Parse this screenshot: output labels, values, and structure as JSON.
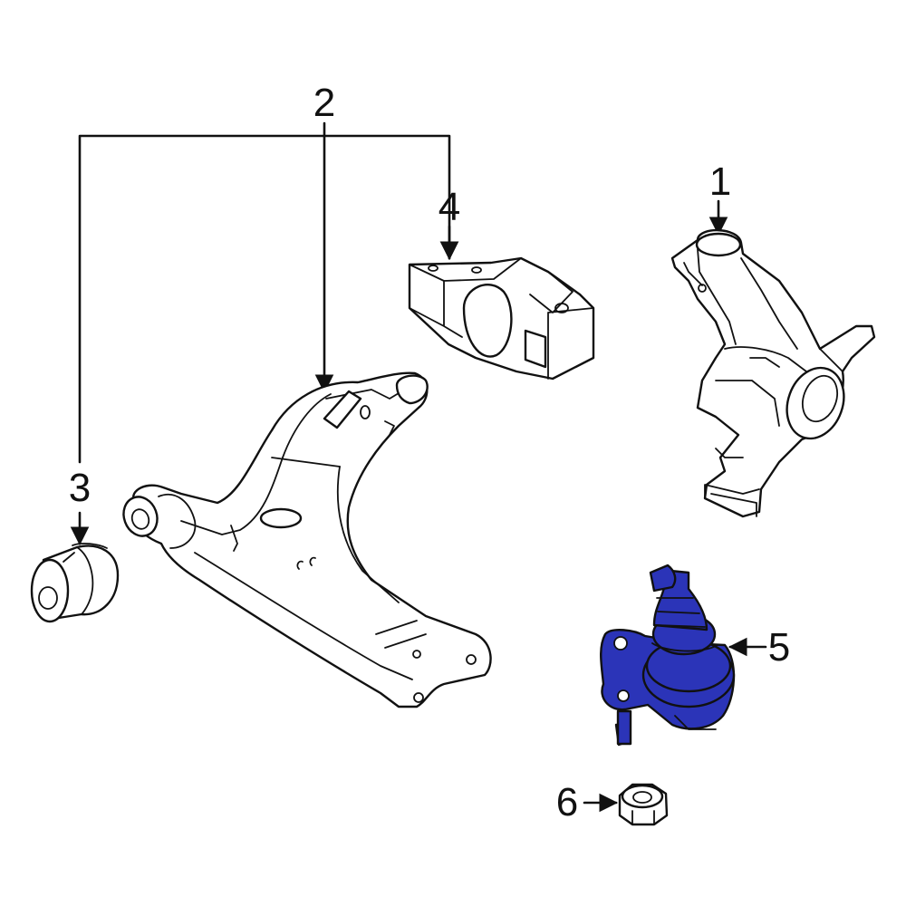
{
  "callouts": [
    {
      "id": "1",
      "label": "1"
    },
    {
      "id": "2",
      "label": "2"
    },
    {
      "id": "3",
      "label": "3"
    },
    {
      "id": "4",
      "label": "4"
    },
    {
      "id": "5",
      "label": "5"
    },
    {
      "id": "6",
      "label": "6"
    }
  ],
  "colors": {
    "line": "#111111",
    "background": "#ffffff",
    "highlight": "#2b34b8"
  }
}
